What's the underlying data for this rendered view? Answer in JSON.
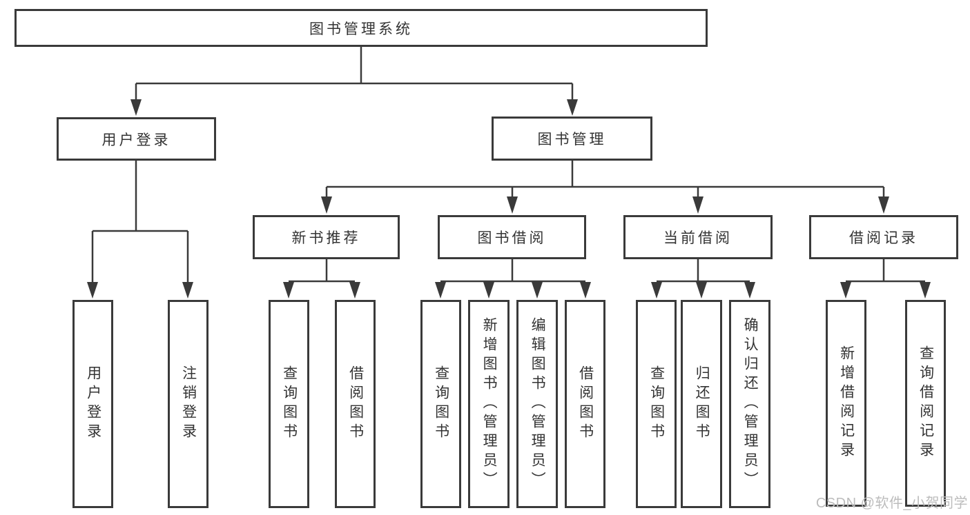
{
  "tree": {
    "root": {
      "label": "图书管理系统"
    },
    "user_login": {
      "label": "用户登录",
      "children": [
        {
          "label": "用户登录"
        },
        {
          "label": "注销登录"
        }
      ]
    },
    "book_management": {
      "label": "图书管理",
      "children": [
        {
          "label": "新书推荐",
          "children": [
            {
              "label": "查询图书"
            },
            {
              "label": "借阅图书"
            }
          ]
        },
        {
          "label": "图书借阅",
          "children": [
            {
              "label": "查询图书"
            },
            {
              "label": "新增图书（管理员）"
            },
            {
              "label": "编辑图书（管理员）"
            },
            {
              "label": "借阅图书"
            }
          ]
        },
        {
          "label": "当前借阅",
          "children": [
            {
              "label": "查询图书"
            },
            {
              "label": "归还图书"
            },
            {
              "label": "确认归还（管理员）"
            }
          ]
        },
        {
          "label": "借阅记录",
          "children": [
            {
              "label": "新增借阅记录"
            },
            {
              "label": "查询借阅记录"
            }
          ]
        }
      ]
    }
  },
  "watermark": {
    "text": "CSDN @软件_小贺同学"
  },
  "colors": {
    "line": "#3a3a3a",
    "text": "#333333",
    "watermark": "#bcbcbc",
    "background": "#ffffff"
  }
}
